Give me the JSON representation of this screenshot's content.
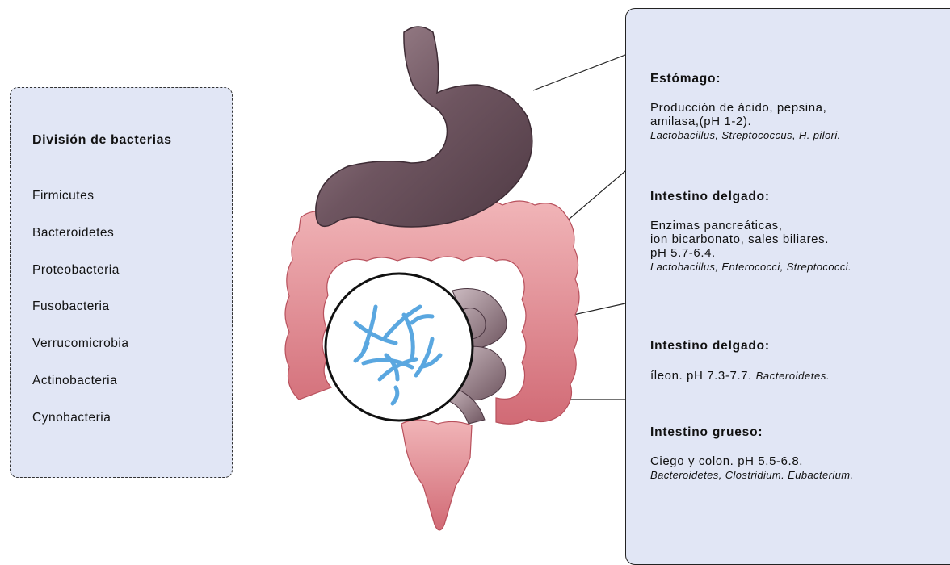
{
  "left_panel": {
    "title": "División de bacterias",
    "phyla": [
      "Firmicutes",
      "Bacteroidetes",
      "Proteobacteria",
      "Fusobacteria",
      "Verrucomicrobia",
      "Actinobacteria",
      "Cynobacteria"
    ]
  },
  "sections": [
    {
      "title": "Estómago:",
      "lines": [
        "Producción de ácido, pepsina,",
        "amilasa,(pH 1-2)."
      ],
      "italic": "Lactobacillus, Streptococcus, H. pilori."
    },
    {
      "title": "Intestino delgado:",
      "lines": [
        "Enzimas pancreáticas,",
        "ion bicarbonato, sales biliares.",
        "pH 5.7-6.4."
      ],
      "italic": "Lactobacillus, Enterococci, Streptococci."
    },
    {
      "title": "Intestino delgado:",
      "text": "íleon. pH 7.3-7.7.",
      "italic_inline": "Bacteroidetes."
    },
    {
      "title": "Intestino grueso:",
      "lines": [
        "Ciego y colon. pH 5.5-6.8."
      ],
      "italic": "Bacteroidetes, Clostridium.  Eubacterium."
    }
  ],
  "colors": {
    "panel": "#e1e6f5",
    "stomach": "#5e4650",
    "intestine": "#e08d95",
    "bacteria": "#5aa7e0"
  }
}
